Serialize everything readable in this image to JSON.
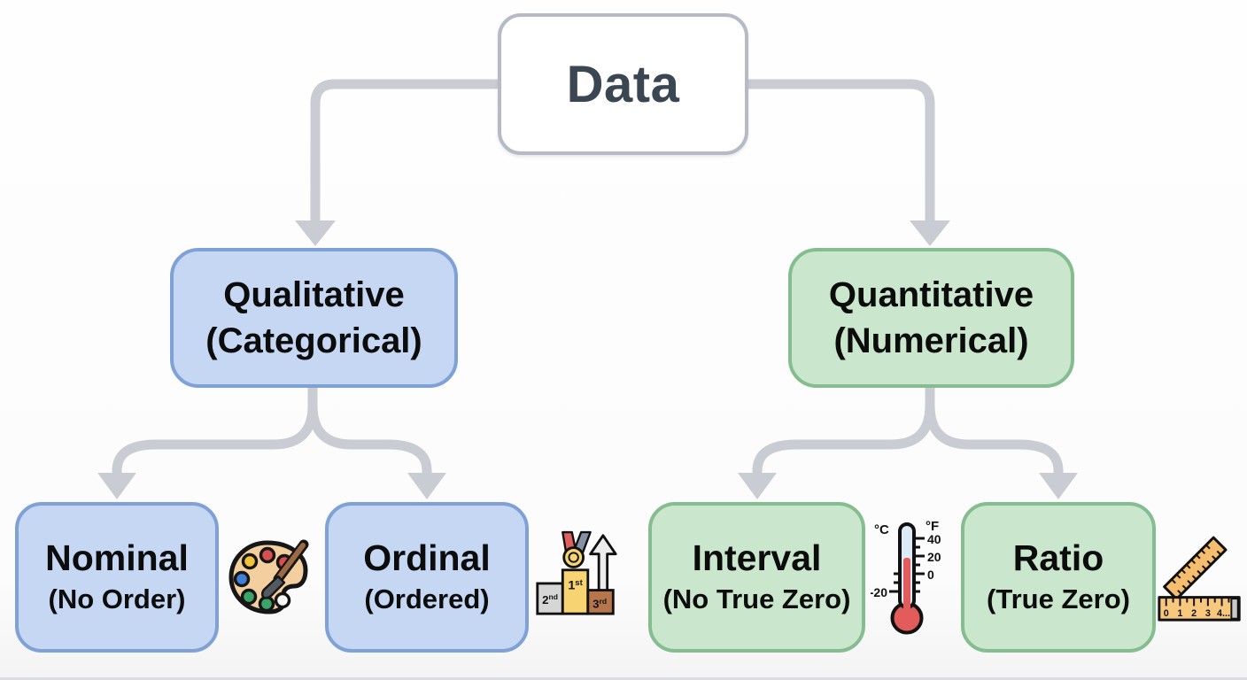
{
  "tree": {
    "root": {
      "label": "Data"
    },
    "branches": [
      {
        "id": "qualitative",
        "label": "Qualitative",
        "sublabel": "(Categorical)",
        "fill": "#c5d7f3",
        "border": "#7fa1d6",
        "children": [
          {
            "id": "nominal",
            "label": "Nominal",
            "sublabel": "(No Order)",
            "icon": "palette-icon"
          },
          {
            "id": "ordinal",
            "label": "Ordinal",
            "sublabel": "(Ordered)",
            "icon": "podium-icon"
          }
        ]
      },
      {
        "id": "quantitative",
        "label": "Quantitative",
        "sublabel": "(Numerical)",
        "fill": "#cae7ce",
        "border": "#85bd90",
        "children": [
          {
            "id": "interval",
            "label": "Interval",
            "sublabel": "(No True Zero)",
            "icon": "thermometer-icon"
          },
          {
            "id": "ratio",
            "label": "Ratio",
            "sublabel": "(True Zero)",
            "icon": "ruler-icon"
          }
        ]
      }
    ]
  },
  "icons": {
    "podium": {
      "second": "2",
      "second_suffix": "nd",
      "first": "1",
      "first_suffix": "st",
      "third": "3",
      "third_suffix": "rd"
    },
    "thermometer": {
      "celsius": "°C",
      "fahrenheit": "°F",
      "scale_right": [
        "40",
        "20",
        "0"
      ],
      "scale_left": "-20"
    },
    "ruler": {
      "numbers": [
        "0",
        "1",
        "2",
        "3",
        "4..."
      ]
    }
  },
  "colors": {
    "background": "#fdfdfd",
    "connector": "#c9ccd2",
    "root_border": "#b4bbc5",
    "root_text": "#3b4653",
    "qualitative_fill": "#c5d7f3",
    "qualitative_border": "#7fa1d6",
    "quantitative_fill": "#cae7ce",
    "quantitative_border": "#85bd90",
    "node_text": "#0c0c0c"
  }
}
